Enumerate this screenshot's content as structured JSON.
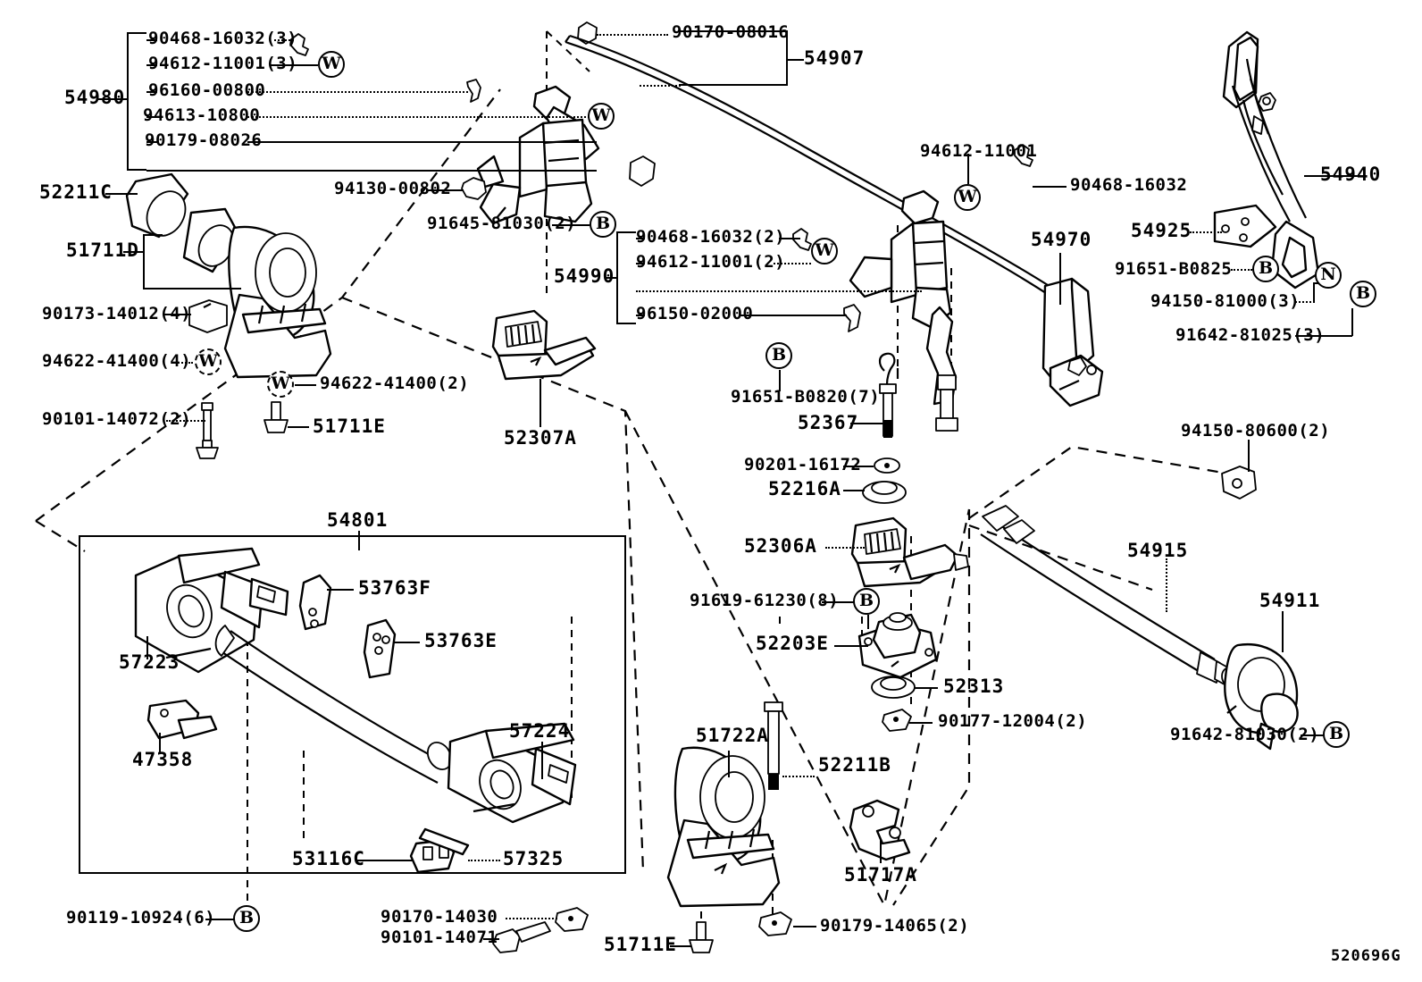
{
  "diagram": {
    "watermark": "520696G",
    "groups": {
      "g54980": "54980",
      "g54990": "54990",
      "g54907": "54907",
      "g54801": "54801"
    },
    "tokens": {
      "w": "W",
      "b": "B",
      "n": "N"
    },
    "labels": [
      {
        "id": "l1",
        "text": "90468-16032(3)"
      },
      {
        "id": "l2",
        "text": "94612-11001(3)"
      },
      {
        "id": "l3",
        "text": "96160-00800"
      },
      {
        "id": "l4",
        "text": "94613-10800"
      },
      {
        "id": "l5",
        "text": "90179-08026"
      },
      {
        "id": "l6",
        "text": "54980"
      },
      {
        "id": "l7",
        "text": "90170-08016"
      },
      {
        "id": "l8",
        "text": "54907"
      },
      {
        "id": "l9",
        "text": "94612-11001"
      },
      {
        "id": "l10",
        "text": "90468-16032"
      },
      {
        "id": "l11",
        "text": "54940"
      },
      {
        "id": "l12",
        "text": "54925"
      },
      {
        "id": "l13",
        "text": "91651-B0825"
      },
      {
        "id": "l14",
        "text": "94150-81000(3)"
      },
      {
        "id": "l15",
        "text": "91642-81025(3)"
      },
      {
        "id": "l16",
        "text": "54970"
      },
      {
        "id": "l17",
        "text": "52211C"
      },
      {
        "id": "l18",
        "text": "51711D"
      },
      {
        "id": "l19",
        "text": "94130-00802"
      },
      {
        "id": "l20",
        "text": "91645-81030(2)"
      },
      {
        "id": "l21",
        "text": "90468-16032(2)"
      },
      {
        "id": "l22",
        "text": "94612-11001(2)"
      },
      {
        "id": "l23",
        "text": "54990"
      },
      {
        "id": "l24",
        "text": "96150-02000"
      },
      {
        "id": "l25",
        "text": "91651-B0820(7)"
      },
      {
        "id": "l26",
        "text": "52367"
      },
      {
        "id": "l27",
        "text": "90201-16172"
      },
      {
        "id": "l28",
        "text": "52216A"
      },
      {
        "id": "l29",
        "text": "90173-14012(4)"
      },
      {
        "id": "l30",
        "text": "94622-41400(4)"
      },
      {
        "id": "l31",
        "text": "94622-41400(2)"
      },
      {
        "id": "l32",
        "text": "90101-14072(2)"
      },
      {
        "id": "l33",
        "text": "51711E"
      },
      {
        "id": "l34",
        "text": "52307A"
      },
      {
        "id": "l35",
        "text": "94150-80600(2)"
      },
      {
        "id": "l36",
        "text": "52306A"
      },
      {
        "id": "l37",
        "text": "91619-61230(8)"
      },
      {
        "id": "l38",
        "text": "52203E"
      },
      {
        "id": "l39",
        "text": "52313"
      },
      {
        "id": "l40",
        "text": "90177-12004(2)"
      },
      {
        "id": "l41",
        "text": "54915"
      },
      {
        "id": "l42",
        "text": "54911"
      },
      {
        "id": "l43",
        "text": "91642-81030(2)"
      },
      {
        "id": "l44",
        "text": "54801"
      },
      {
        "id": "l45",
        "text": "53763F"
      },
      {
        "id": "l46",
        "text": "53763E"
      },
      {
        "id": "l47",
        "text": "57223"
      },
      {
        "id": "l48",
        "text": "57224"
      },
      {
        "id": "l49",
        "text": "47358"
      },
      {
        "id": "l50",
        "text": "53116C"
      },
      {
        "id": "l51",
        "text": "57325"
      },
      {
        "id": "l52",
        "text": "90119-10924(6)"
      },
      {
        "id": "l53",
        "text": "90170-14030"
      },
      {
        "id": "l54",
        "text": "90101-14071"
      },
      {
        "id": "l55",
        "text": "51711E"
      },
      {
        "id": "l56",
        "text": "51722A"
      },
      {
        "id": "l57",
        "text": "52211B"
      },
      {
        "id": "l58",
        "text": "51717A"
      },
      {
        "id": "l59",
        "text": "90179-14065(2)"
      }
    ]
  }
}
